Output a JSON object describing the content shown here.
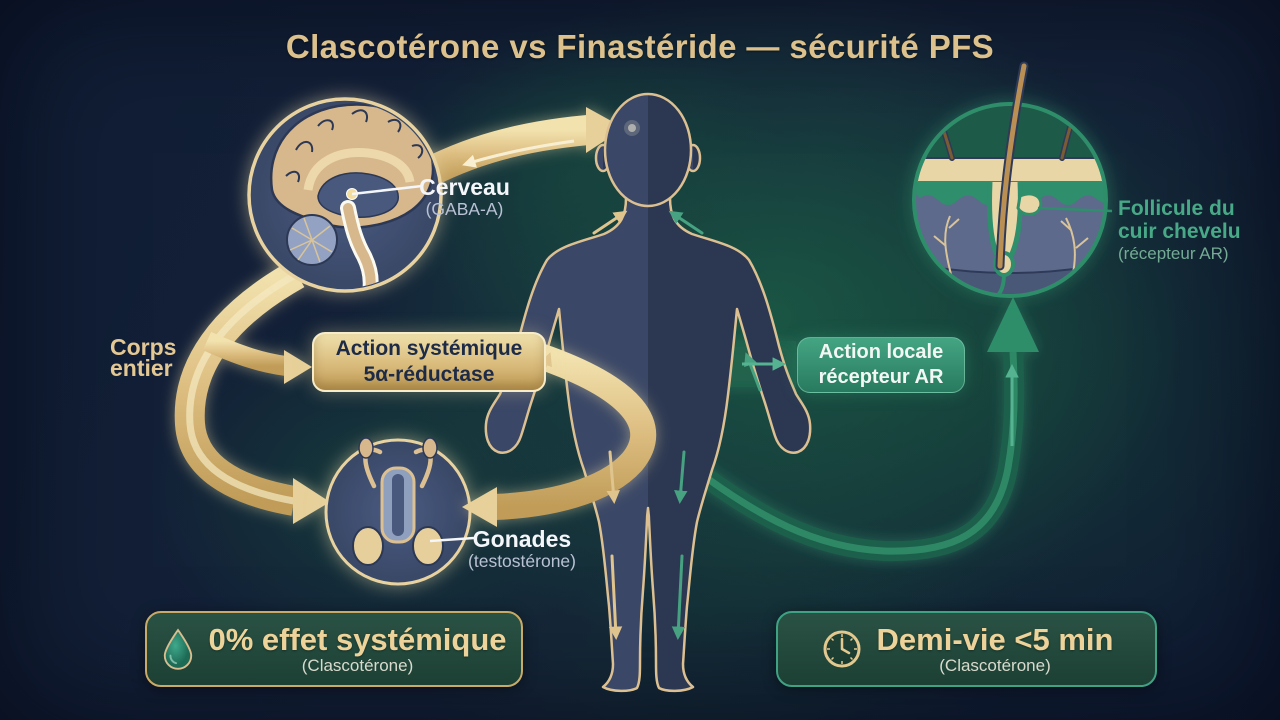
{
  "title": "Clascotérone vs Finastéride — sécurité PFS",
  "colors": {
    "background_navy": "#14213c",
    "gold": "#d9bd8e",
    "gold_bright": "#f3e6bd",
    "green": "#2f8e6b",
    "green_dark": "#1d5a47",
    "systemic_box_text": "#1d2b47",
    "badge_background": "#1e4537"
  },
  "nodes": {
    "brain": {
      "label": "Cerveau",
      "sublabel": "(GABA-A)",
      "icon": "brain-illustration"
    },
    "gonads": {
      "label": "Gonades",
      "sublabel": "(testostérone)",
      "icon": "gonads-illustration"
    },
    "follicle": {
      "label_line1": "Follicule du",
      "label_line2": "cuir chevelu",
      "sublabel": "(récepteur AR)",
      "icon": "hair-follicle-illustration"
    },
    "body": {
      "icon": "human-body-silhouette"
    }
  },
  "side_label": {
    "line1": "Corps",
    "line2": "entier"
  },
  "pathway_boxes": {
    "systemic": {
      "line1": "Action systémique",
      "line2": "5α-réductase"
    },
    "local": {
      "line1": "Action locale",
      "line2": "récepteur AR"
    }
  },
  "badges": {
    "systemic_effect": {
      "icon": "droplet-icon",
      "text": "0% effet systémique",
      "sublabel": "(Clascotérone)"
    },
    "half_life": {
      "icon": "clock-icon",
      "text": "Demi-vie <5 min",
      "sublabel": "(Clascotérone)"
    }
  }
}
